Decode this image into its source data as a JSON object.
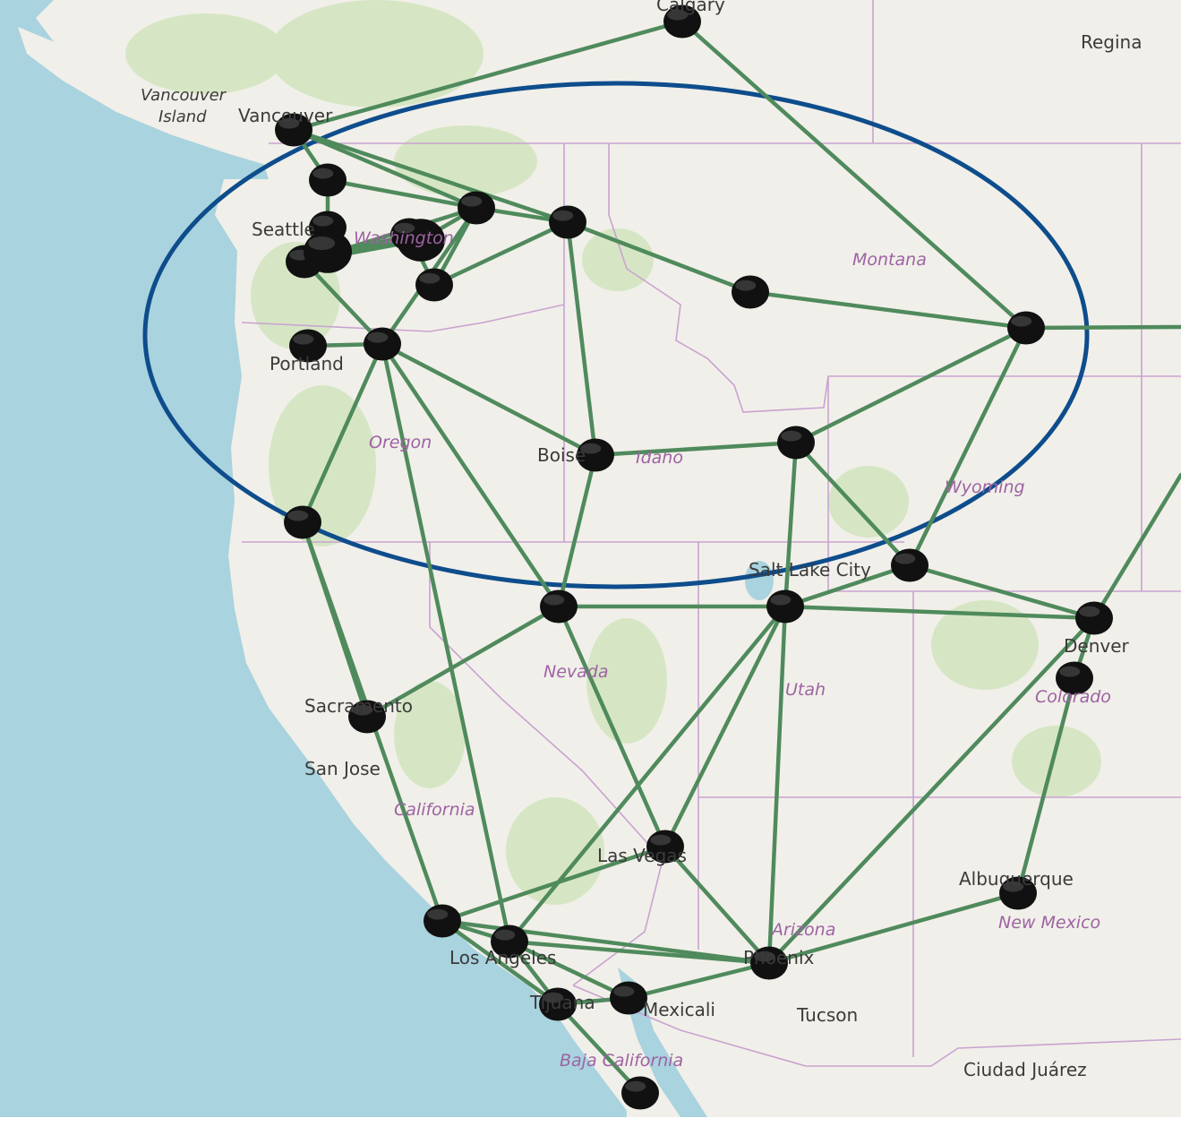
{
  "map": {
    "colors": {
      "water": "#a9d3de",
      "land": "#f1efe9",
      "forest": "#d6e6c4",
      "border": "#c9a3d1",
      "edge": "#4f8a5c",
      "node": "#111111",
      "ellipse": "#0e4d8c",
      "city_text": "#3b3b3b",
      "region_text": "#9d63a3"
    },
    "labels": {
      "cities": [
        "Calgary",
        "Regina",
        "Vancouver",
        "Seattle",
        "Portland",
        "Boise",
        "Salt Lake City",
        "Denver",
        "Sacramento",
        "San Jose",
        "Las Vegas",
        "Los Angeles",
        "Tijuana",
        "Mexicali",
        "Phoenix",
        "Tucson",
        "Albuquerque",
        "Ciudad Juárez"
      ],
      "regions": [
        "Montana",
        "Oregon",
        "Idaho",
        "Wyoming",
        "Nevada",
        "Utah",
        "Colorado",
        "California",
        "Arizona",
        "New Mexico",
        "Baja California",
        "Washington"
      ],
      "islands": [
        "Vancouver",
        "Island"
      ]
    },
    "node_count": 34,
    "edge_count": 62,
    "highlight": "ellipse"
  }
}
